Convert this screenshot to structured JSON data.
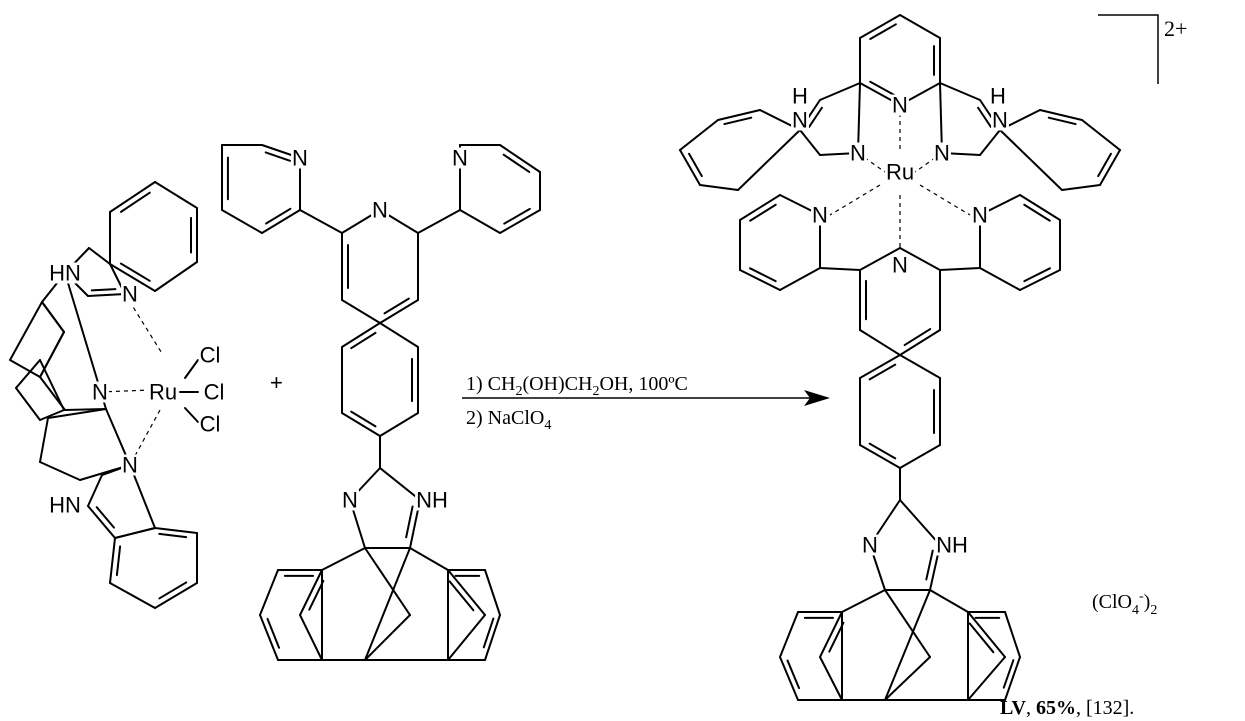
{
  "atoms": {
    "N": "N",
    "NH": "NH",
    "H": "H",
    "HN": "HN",
    "Ru": "Ru",
    "Cl": "Cl"
  },
  "plus": "+",
  "conditions": {
    "step1_prefix": "1) CH",
    "step1_sub1": "2",
    "step1_mid": "(OH)CH",
    "step1_sub2": "2",
    "step1_suffix": "OH, 100ºC",
    "step2_prefix": "2) NaClO",
    "step2_sub": "4"
  },
  "charge": "2+",
  "counterion": {
    "prefix": "(ClO",
    "sub": "4",
    "sup": "-",
    "close": ")",
    "count": "2"
  },
  "label": {
    "compound": "LV",
    "sep1": ", ",
    "yield": "65%",
    "sep2": ", ",
    "ref": "[132]."
  }
}
